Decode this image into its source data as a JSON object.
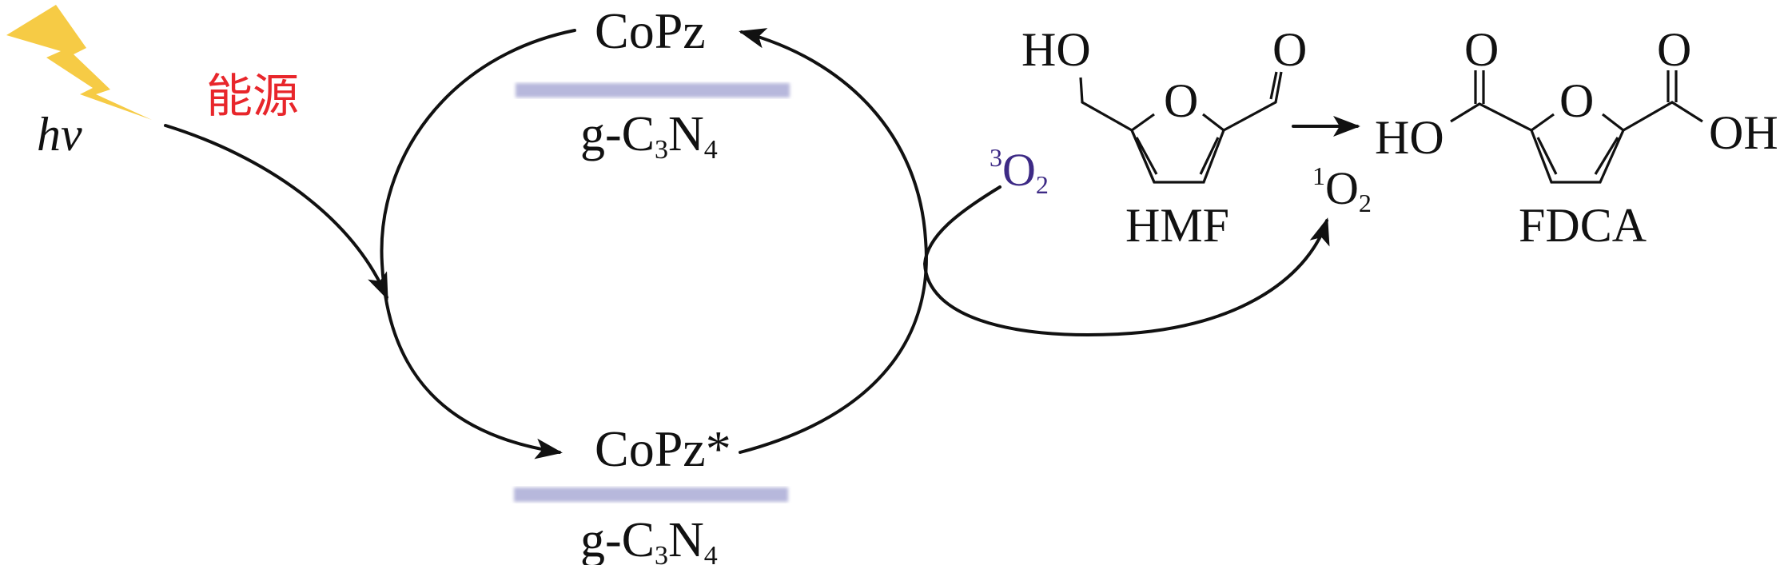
{
  "labels": {
    "light": "hν",
    "energy_source": "能源",
    "copz_ground": "CoPz",
    "copz_excited": "CoPz*",
    "support_top": {
      "base": "g-C",
      "sub1": "3",
      "mid": "N",
      "sub2": "4"
    },
    "support_bottom": {
      "base": "g-C",
      "sub1": "3",
      "mid": "N",
      "sub2": "4"
    },
    "triplet_oxygen": {
      "sup": "3",
      "base": "O",
      "sub": "2"
    },
    "singlet_oxygen": {
      "sup": "1",
      "base": "O",
      "sub": "2"
    }
  },
  "molecules": {
    "reactant": {
      "name": "HMF",
      "ho": "HO",
      "ring_o": "O",
      "aldehyde_o": "O"
    },
    "product": {
      "name": "FDCA",
      "ho_left": "HO",
      "oh_right": "OH",
      "ring_o": "O",
      "carbonyl_o_left": "O",
      "carbonyl_o_right": "O"
    }
  },
  "colors": {
    "energy_label": "#e8262b",
    "oxygen_label": "#3d2a85",
    "bar": "#b7b8dc",
    "lightning": "#f5c531"
  }
}
